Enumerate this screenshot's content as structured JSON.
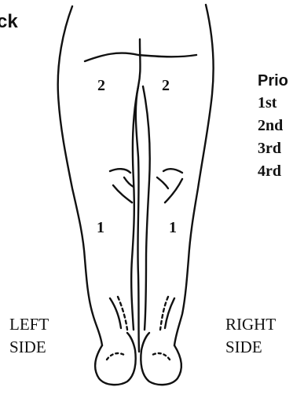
{
  "header_fragment": "ck",
  "priority": {
    "heading": "Prio",
    "items": [
      "1st",
      "2nd",
      "3rd",
      "4rd"
    ]
  },
  "zones": {
    "upper_left": "2",
    "upper_right": "2",
    "lower_left": "1",
    "lower_right": "1"
  },
  "side_labels": {
    "left": [
      "LEFT",
      "SIDE"
    ],
    "right": [
      "RIGHT",
      "SIDE"
    ]
  }
}
